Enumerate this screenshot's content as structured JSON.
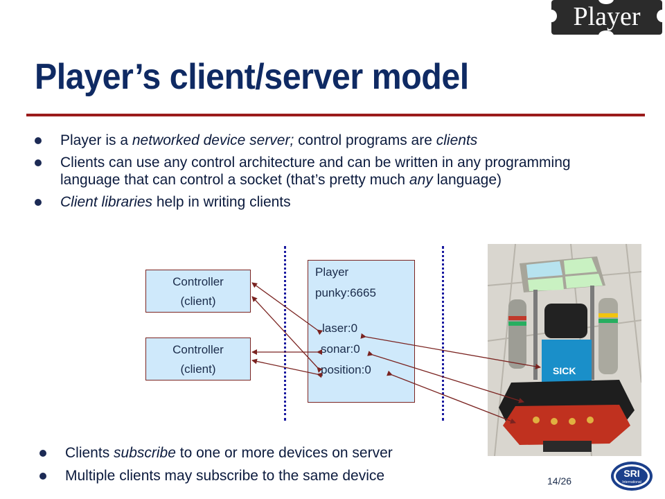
{
  "logo": {
    "text": "Player"
  },
  "title": "Player’s client/server model",
  "bullets_top": [
    {
      "parts": [
        "Player is a ",
        "networked device server;",
        " control programs are ",
        "clients"
      ]
    },
    {
      "parts": [
        "Clients can use any control architecture and can be written in any programming language that can control a socket (that’s pretty much ",
        "any",
        " language)"
      ]
    },
    {
      "parts": [
        "Client libraries",
        " help in writing clients"
      ]
    }
  ],
  "diagram": {
    "controller_top": {
      "line1": "Controller",
      "line2": "(client)"
    },
    "controller_bottom": {
      "line1": "Controller",
      "line2": "(client)"
    },
    "player": {
      "name": "Player",
      "address": "punky:6665",
      "devices": [
        "laser:0",
        "sonar:0",
        "position:0"
      ]
    },
    "robot_label": "SICK"
  },
  "bullets_bottom": [
    {
      "parts": [
        "Clients ",
        "subscribe",
        " to one or more devices on server"
      ]
    },
    {
      "parts": [
        "Multiple clients may subscribe to the same device"
      ]
    }
  ],
  "page_number": "14/26",
  "sri_logo": {
    "text": "SRI",
    "subtext": "International"
  },
  "colors": {
    "title": "#0f2a63",
    "rule": "#9b1b1b",
    "box_fill": "#cfe9fb",
    "arrow": "#7a2320",
    "dotted_line": "#1a1aa0"
  }
}
